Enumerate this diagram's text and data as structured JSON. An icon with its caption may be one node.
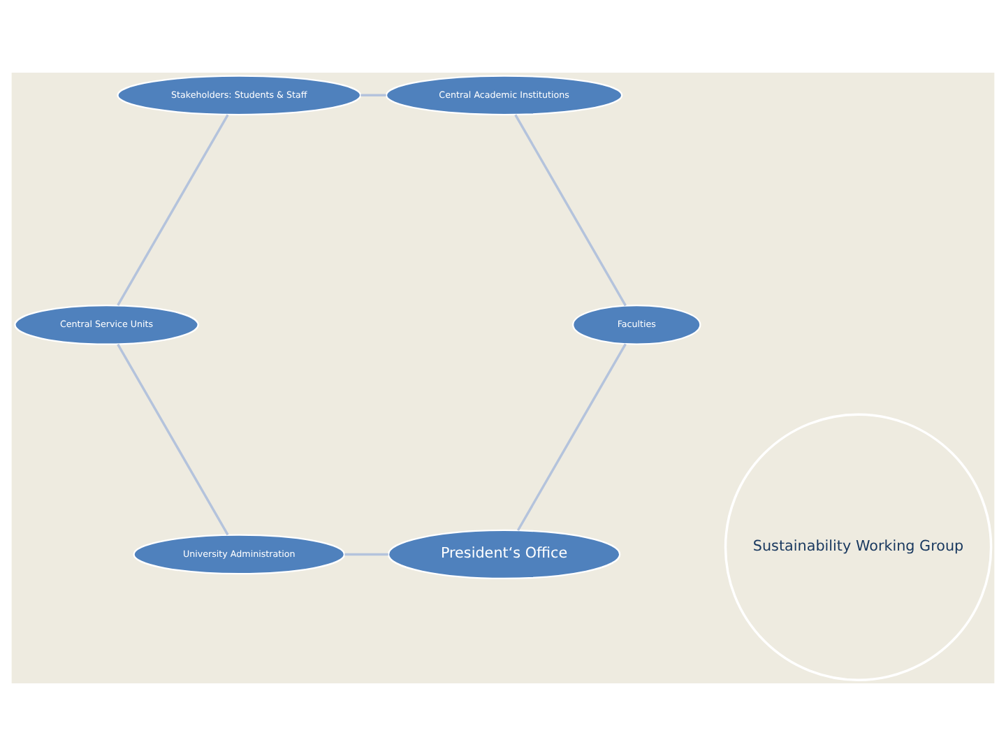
{
  "diagram": {
    "nodes": [
      {
        "text": [
          "President‘s Office"
        ]
      },
      {
        "text": [
          "Faculties"
        ]
      },
      {
        "text": [
          "University Administration"
        ]
      },
      {
        "text": [
          "Sustainability Working Group"
        ]
      },
      {
        "text": [
          "Central Academic Institutions"
        ]
      },
      {
        "text": [
          "Central Service Units"
        ]
      },
      {
        "text": [
          "Stakeholders: Students & Staff"
        ]
      }
    ],
    "edges": [
      {
        "from": 0,
        "to": 2,
        "arrow": "none"
      },
      {
        "from": 2,
        "to": 5,
        "arrow": "none"
      },
      {
        "from": 5,
        "to": 6,
        "arrow": "none"
      },
      {
        "from": 6,
        "to": 4,
        "arrow": "none"
      },
      {
        "from": 4,
        "to": 1,
        "arrow": "none"
      },
      {
        "from": 1,
        "to": 0,
        "arrow": "none"
      }
    ]
  }
}
